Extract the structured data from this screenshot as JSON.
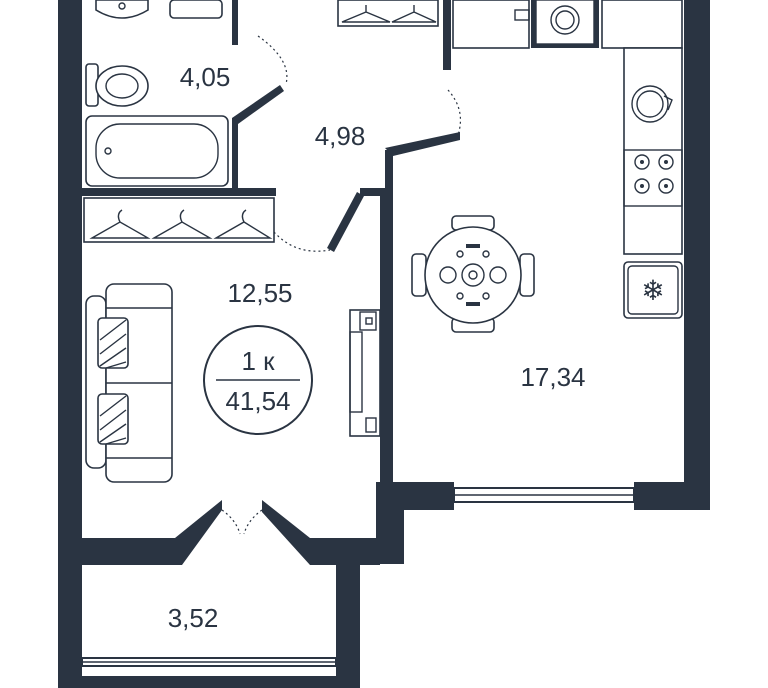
{
  "rooms": {
    "bathroom_area": "4,05",
    "hall_area": "4,98",
    "living_area": "12,55",
    "kitchen_area": "17,34",
    "balcony_area": "3,52"
  },
  "summary": {
    "rooms_label": "1 к",
    "total_area": "41,54"
  },
  "colors": {
    "wall": "#2a3442",
    "background": "#ffffff"
  },
  "icons": [
    "sink-icon",
    "washing-machine-icon",
    "toilet-icon",
    "bathtub-icon",
    "hanger-icon",
    "stove-icon",
    "fridge-icon",
    "dining-table-icon",
    "sofa-icon",
    "tv-stand-icon"
  ]
}
